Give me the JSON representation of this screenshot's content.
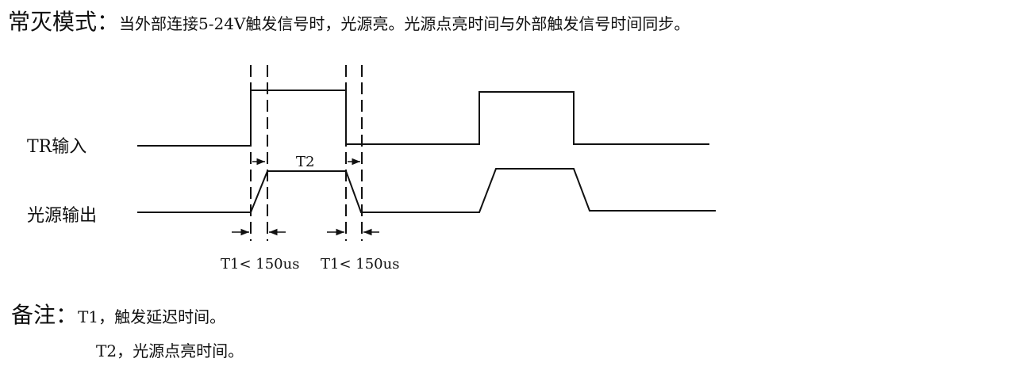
{
  "title": {
    "heading": "常灭模式：",
    "text": "当外部连接5-24V触发信号时，光源亮。光源点亮时间与外部触发信号时间同步。"
  },
  "signals": {
    "tr_label": "TR输入",
    "light_label": "光源输出"
  },
  "timing": {
    "t2_label": "T2",
    "t1_label_1": "T1< 150us",
    "t1_label_2": "T1< 150us"
  },
  "notes": {
    "heading": "备注：",
    "line1": "T1，触发延迟时间。",
    "line2": "T2，光源点亮时间。"
  }
}
